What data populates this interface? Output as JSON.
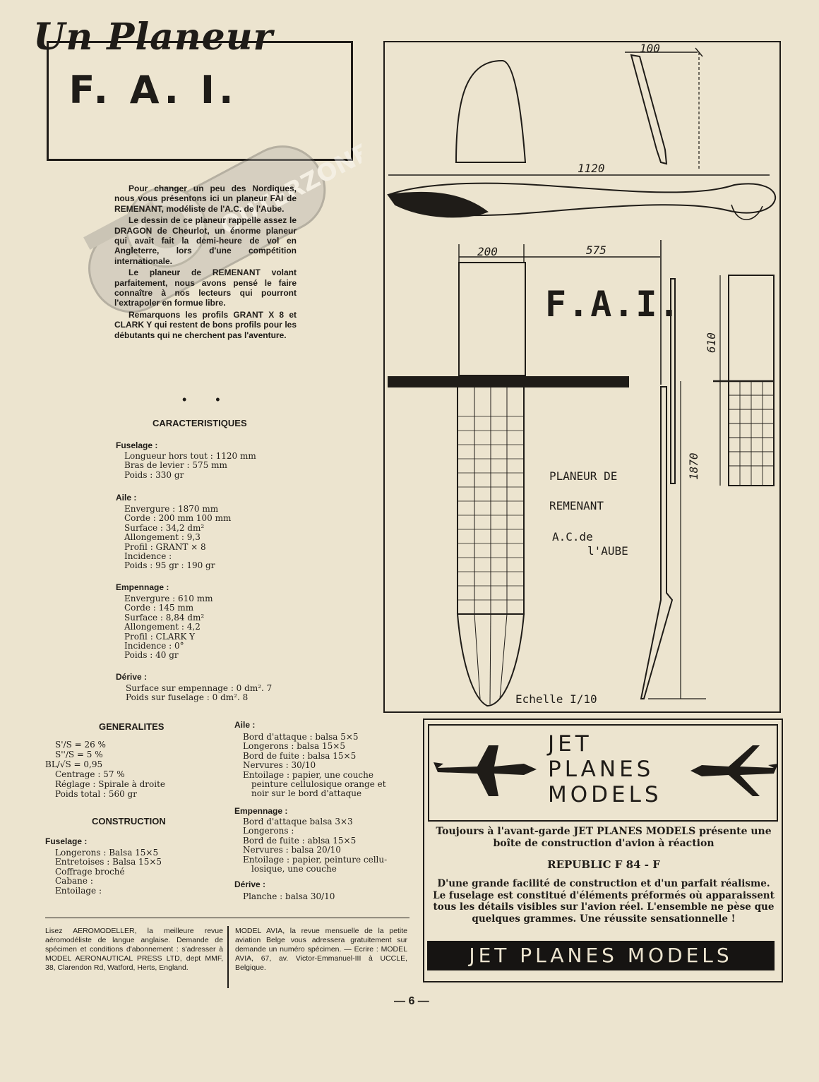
{
  "title": {
    "script": "Un Planeur",
    "main": "F. A. I."
  },
  "watermark_text": "OUTERZONE.COM",
  "intro": [
    "Pour changer un peu des Nordiques, nous vous présentons ici un planeur FAI de REMENANT, modéliste de l'A.C. de l'Aube.",
    "Le dessin de ce planeur rappelle assez le DRAGON de Cheurlot, un énorme planeur qui avait fait la demi-heure de vol en Angleterre, lors d'une compétition internationale.",
    "Le planeur de REMENANT volant parfaitement, nous avons pensé le faire connaître à nos lecteurs qui pourront l'extrapoler en formue libre.",
    "Remarquons les profils GRANT X 8 et CLARK Y qui restent de bons profils pour les débutants qui ne cherchent pas l'aventure."
  ],
  "dots": "• •",
  "caracteristiques": {
    "heading": "CARACTERISTIQUES",
    "fuselage": {
      "label": "Fuselage :",
      "lines": [
        "Longueur hors tout : 1120 mm",
        "Bras de levier : 575 mm",
        "Poids : 330 gr"
      ]
    },
    "aile": {
      "label": "Aile :",
      "lines": [
        "Envergure : 1870 mm",
        "Corde : 200 mm 100 mm",
        "Surface : 34,2 dm²",
        "Allongement : 9,3",
        "Profil : GRANT × 8",
        "Incidence :",
        "Poids : 95 gr : 190 gr"
      ]
    },
    "empennage": {
      "label": "Empennage :",
      "lines": [
        "Envergure : 610 mm",
        "Corde : 145 mm",
        "Surface : 8,84 dm²",
        "Allongement : 4,2",
        "Profil : CLARK Y",
        "Incidence : 0°",
        "Poids : 40 gr"
      ]
    },
    "derive": {
      "label": "Dérive :",
      "lines": [
        "Surface sur empennage : 0 dm². 7",
        "Poids sur fuselage : 0 dm². 8"
      ]
    }
  },
  "generalites": {
    "heading": "GENERALITES",
    "lines": [
      "S'/S = 26 %",
      "S''/S = 5 %",
      "BL/√S = 0,95",
      "Centrage : 57 %",
      "Réglage : Spirale à droite",
      "Poids total : 560 gr"
    ]
  },
  "construction": {
    "heading": "CONSTRUCTION",
    "fuselage": {
      "label": "Fuselage :",
      "lines": [
        "Longerons : Balsa 15×5",
        "Entretoises : Balsa 15×5",
        "Coffrage broché",
        "Cabane :",
        "Entoilage :"
      ]
    },
    "aile": {
      "label": "Aile :",
      "lines": [
        "Bord d'attaque : balsa 5×5",
        "Longerons : balsa 15×5",
        "Bord de fuite : balsa 15×5",
        "Nervures : 30/10",
        "Entoilage : papier, une couche",
        "peinture cellulosique orange et",
        "noir sur le bord d'attaque"
      ]
    },
    "empennage": {
      "label": "Empennage :",
      "lines": [
        "Bord d'attaque balsa 3×3",
        "Longerons :",
        "Bord de fuite : ablsa 15×5",
        "Nervures : balsa 20/10",
        "Entoilage : papier, peinture cellu-",
        "losique, une couche"
      ]
    },
    "derive": {
      "label": "Dérive :",
      "lines": [
        "Planche : balsa 30/10"
      ]
    }
  },
  "drawing": {
    "dim_100": "100",
    "dim_1120": "1120",
    "dim_200": "200",
    "dim_575": "575",
    "dim_610": "610",
    "dim_1870": "1870",
    "label_fai": "F.A.I.",
    "label_planeur": "PLANEUR DE",
    "label_remenant": "REMENANT",
    "label_ac": "A.C.de",
    "label_aube": "l'AUBE",
    "label_scale": "Echelle I/10"
  },
  "footer_left": "Lisez AEROMODELLER, la meilleure revue aéromodéliste de langue anglaise. Demande de spécimen et conditions d'abonnement : s'adresser à MODEL AERONAUTICAL PRESS LTD, dept MMF, 38, Clarendon Rd, Watford, Herts, England.",
  "footer_right": "MODEL AVIA, la revue mensuelle de la petite aviation Belge vous adressera gratuitement sur demande un numéro spécimen. — Ecrire : MODEL AVIA, 67, av. Victor-Emmanuel-III à UCCLE, Belgique.",
  "ad": {
    "brand_lines": [
      "JET",
      "PLANES",
      "MODELS"
    ],
    "tagline": "Toujours à l'avant-garde JET PLANES MODELS présente une boîte de construction d'avion à réaction",
    "product": "REPUBLIC F 84 - F",
    "description": "D'une grande facilité de construction et d'un parfait réalisme. Le fuselage est constitué d'éléments préformés où apparaissent tous les détails visibles sur l'avion réel. L'ensemble ne pèse que quelques grammes. Une réussite sensationnelle !",
    "banner": "JET PLANES MODELS"
  },
  "page_number": "— 6 —"
}
